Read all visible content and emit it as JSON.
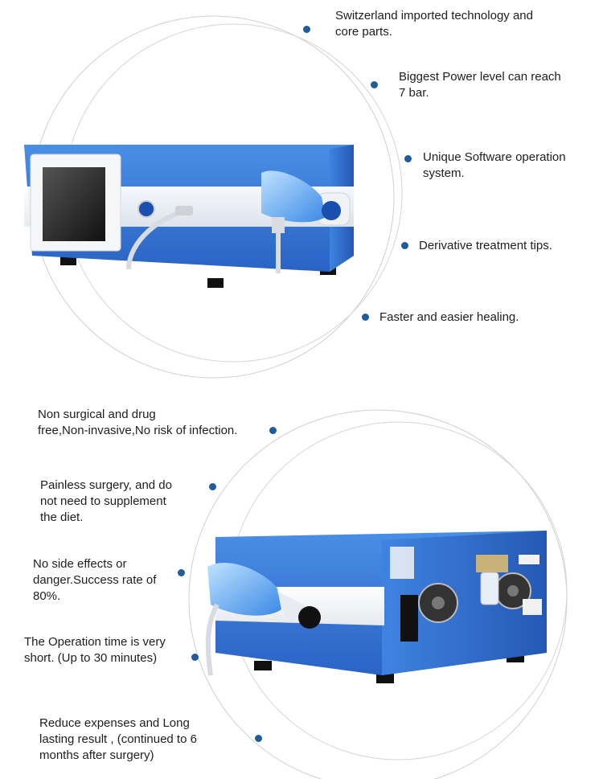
{
  "features_top": [
    {
      "text": "Switzerland imported technology and\ncore parts."
    },
    {
      "text": "Biggest Power level can reach\n7 bar."
    },
    {
      "text": "Unique Software operation\nsystem."
    },
    {
      "text": "Derivative treatment tips."
    },
    {
      "text": "Faster and easier healing."
    }
  ],
  "features_bottom": [
    {
      "text": "Non surgical and drug\nfree,Non-invasive,No risk of infection."
    },
    {
      "text": "Painless surgery, and do\nnot need to supplement\nthe diet."
    },
    {
      "text": "No side effects or\ndanger.Success rate of\n80%."
    },
    {
      "text": "The Operation time is very\nshort. (Up to 30 minutes)"
    },
    {
      "text": "Reduce expenses and Long\nlasting result , (continued to 6\nmonths after surgery)"
    }
  ],
  "colors": {
    "accent_dot": "#1f5c9e",
    "device_blue": "#2f6fd0",
    "device_blue_light": "#6aa7ee",
    "circle_line": "#c9c9c9"
  }
}
